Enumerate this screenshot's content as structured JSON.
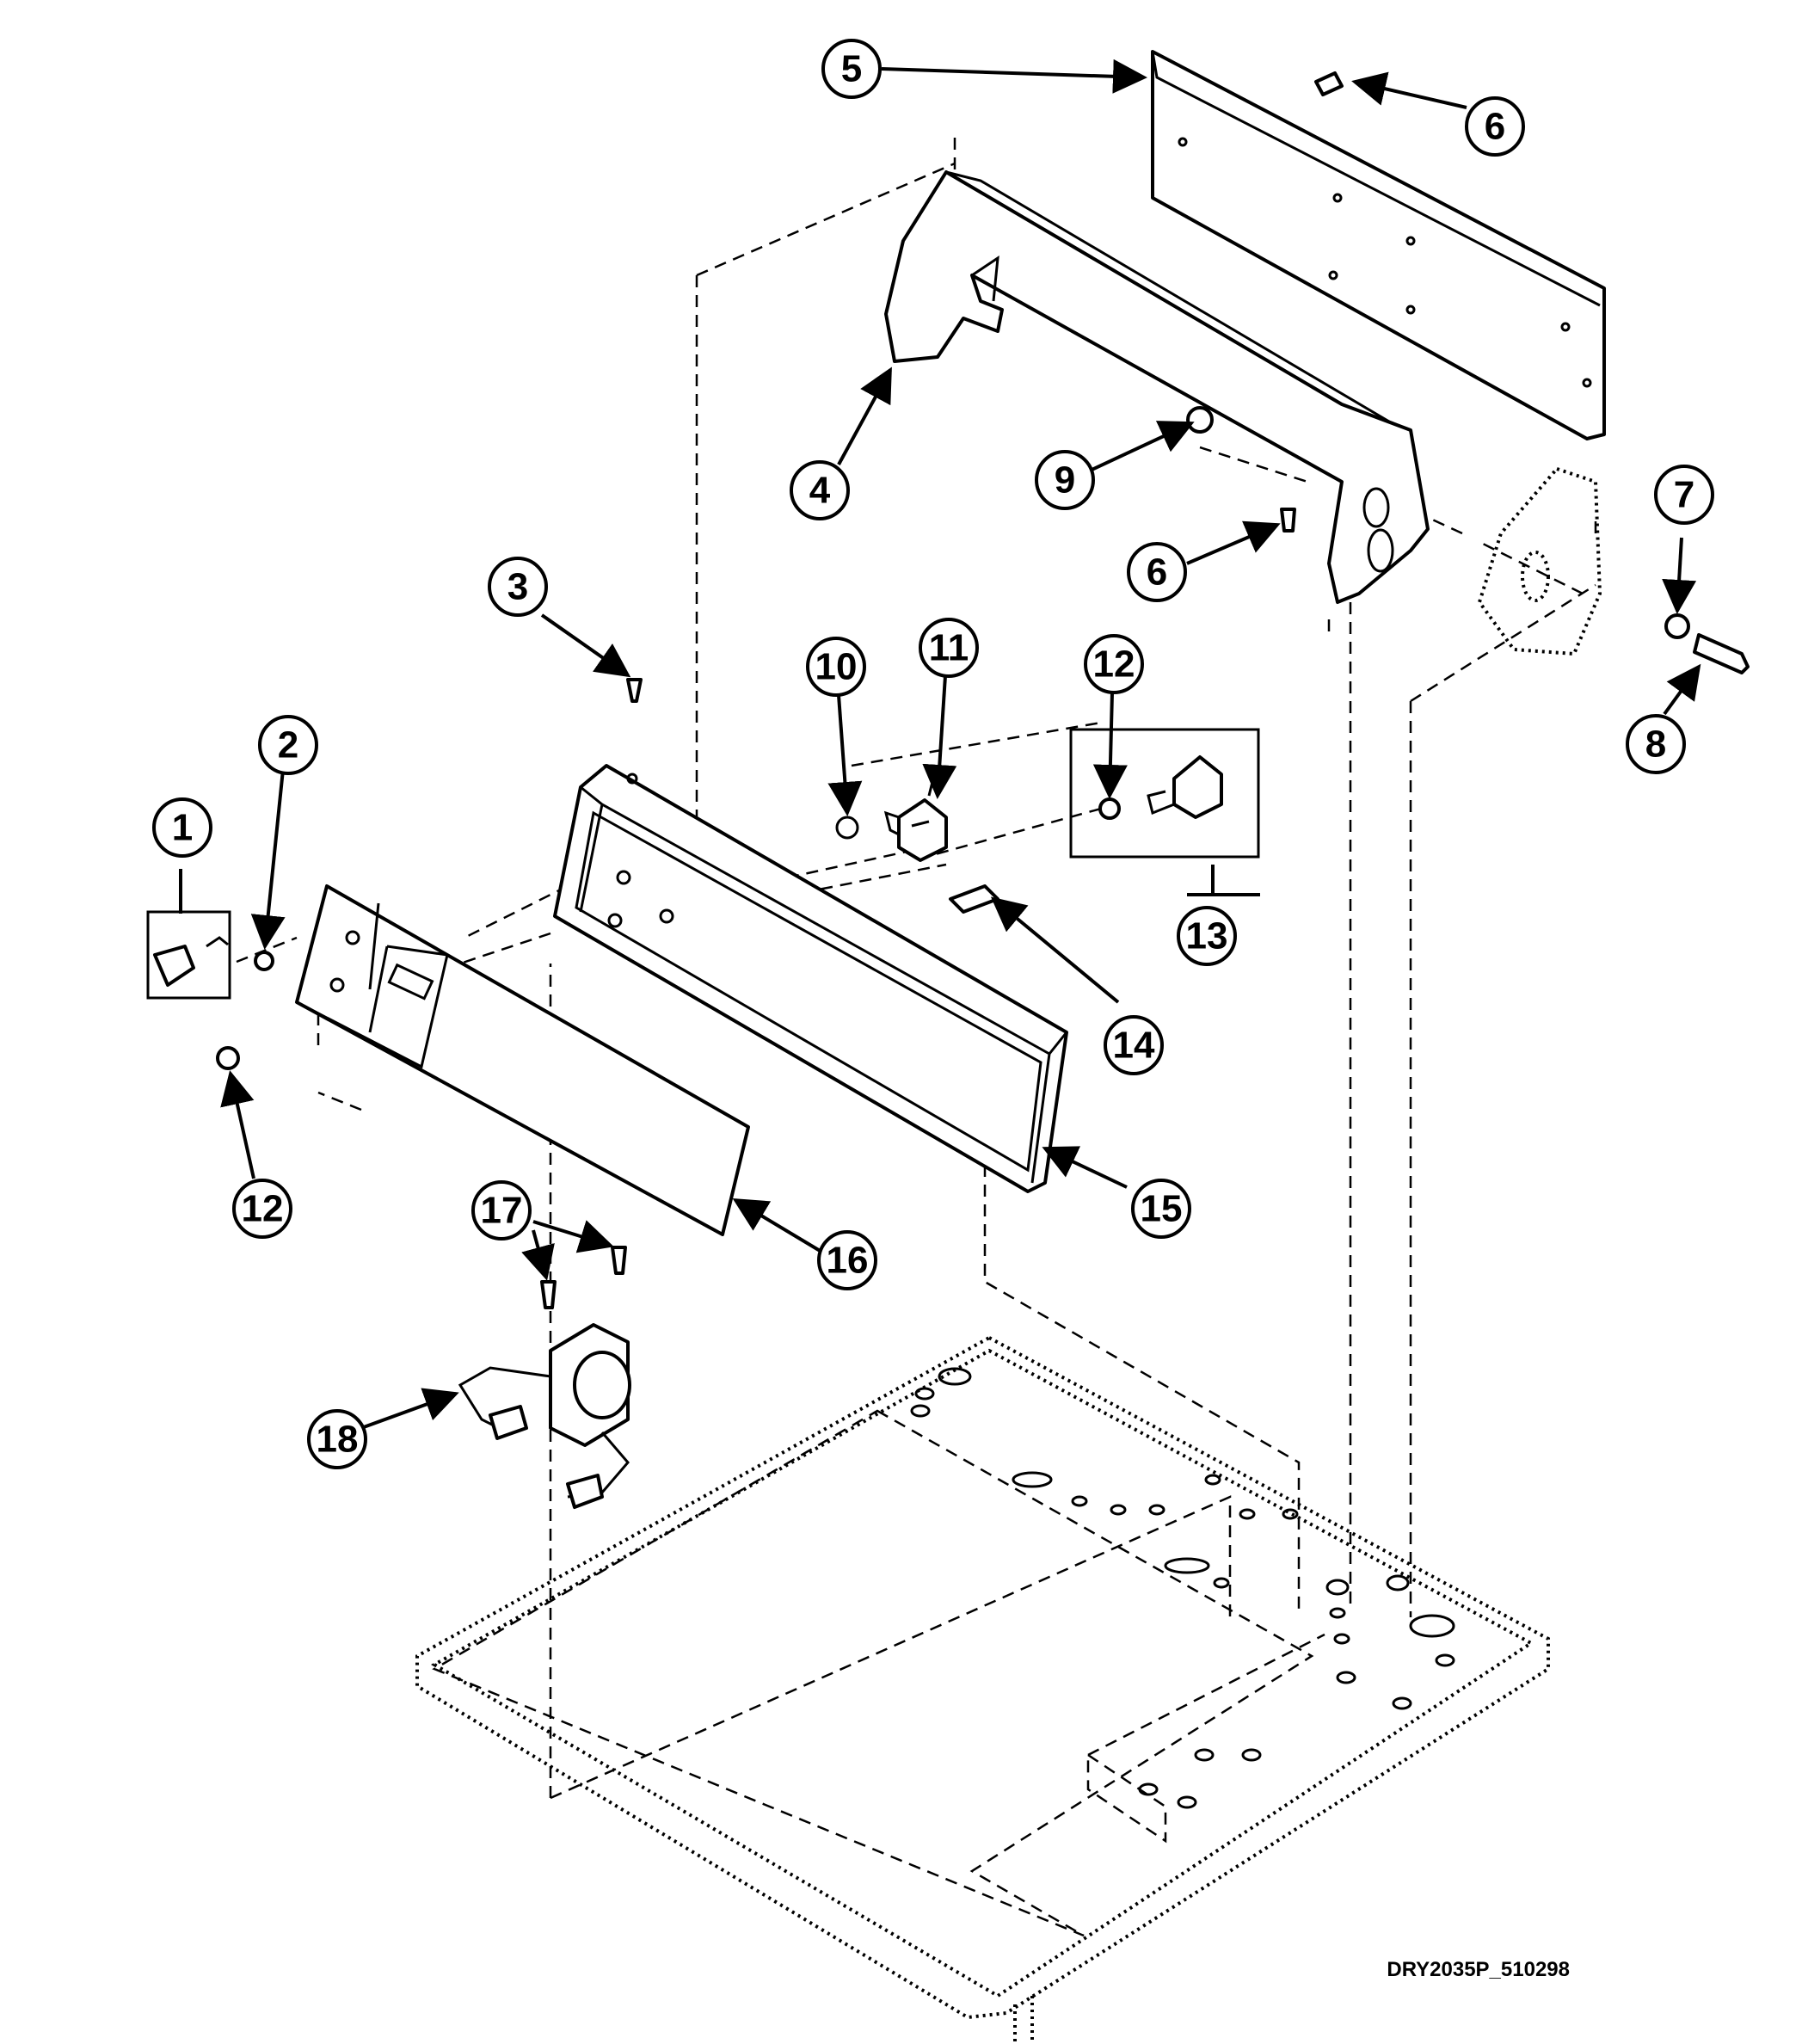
{
  "callouts": [
    {
      "id": "c1",
      "label": "1"
    },
    {
      "id": "c2",
      "label": "2"
    },
    {
      "id": "c3",
      "label": "3"
    },
    {
      "id": "c4",
      "label": "4"
    },
    {
      "id": "c5",
      "label": "5"
    },
    {
      "id": "c6a",
      "label": "6"
    },
    {
      "id": "c6b",
      "label": "6"
    },
    {
      "id": "c7",
      "label": "7"
    },
    {
      "id": "c8",
      "label": "8"
    },
    {
      "id": "c9",
      "label": "9"
    },
    {
      "id": "c10",
      "label": "10"
    },
    {
      "id": "c11",
      "label": "11"
    },
    {
      "id": "c12a",
      "label": "12"
    },
    {
      "id": "c12b",
      "label": "12"
    },
    {
      "id": "c13",
      "label": "13"
    },
    {
      "id": "c14",
      "label": "14"
    },
    {
      "id": "c15",
      "label": "15"
    },
    {
      "id": "c16",
      "label": "16"
    },
    {
      "id": "c17",
      "label": "17"
    },
    {
      "id": "c18",
      "label": "18"
    }
  ],
  "drawing_code": "DRY2035P_510298"
}
